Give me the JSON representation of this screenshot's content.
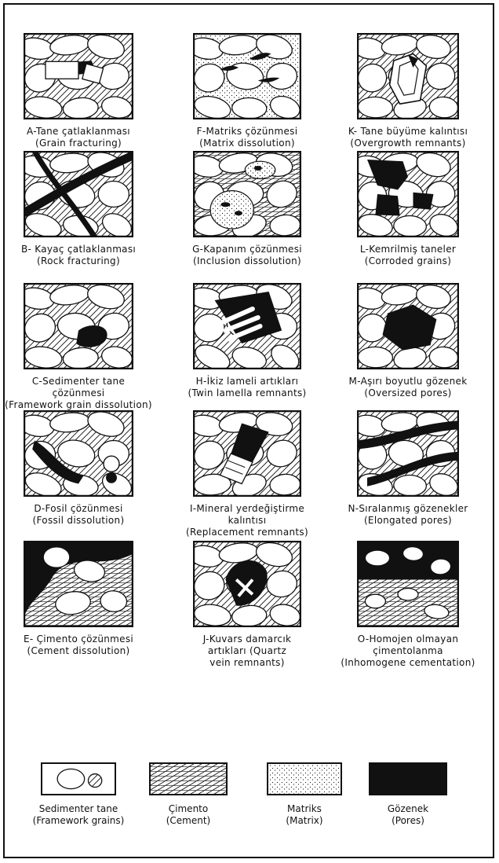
{
  "panels": [
    {
      "id": "A",
      "line1": "A-Tane çatlaklanması",
      "line2": "(Grain fracturing)",
      "line3": ""
    },
    {
      "id": "F",
      "line1": "F-Matriks çözünmesi",
      "line2": "(Matrix dissolution)",
      "line3": ""
    },
    {
      "id": "K",
      "line1": "K- Tane büyüme kalıntısı",
      "line2": "(Overgrowth remnants)",
      "line3": ""
    },
    {
      "id": "B",
      "line1": "B- Kayaç çatlaklanması",
      "line2": "(Rock fracturing)",
      "line3": ""
    },
    {
      "id": "G",
      "line1": "G-Kapanım çözünmesi",
      "line2": "(Inclusion dissolution)",
      "line3": ""
    },
    {
      "id": "L",
      "line1": "L-Kemrilmiş taneler",
      "line2": "(Corroded grains)",
      "line3": ""
    },
    {
      "id": "C",
      "line1": "C-Sedimenter tane",
      "line2": "çözünmesi",
      "line3": "(Framework grain dissolution)"
    },
    {
      "id": "H",
      "line1": "H-İkiz lameli artıkları",
      "line2": "(Twin lamella remnants)",
      "line3": ""
    },
    {
      "id": "M",
      "line1": "M-Aşırı boyutlu gözenek",
      "line2": "(Oversized pores)",
      "line3": ""
    },
    {
      "id": "D",
      "line1": "D-Fosil çözünmesi",
      "line2": "(Fossil dissolution)",
      "line3": ""
    },
    {
      "id": "I",
      "line1": "I-Mineral yerdeğiştirme",
      "line2": "kalıntısı",
      "line3": "(Replacement remnants)"
    },
    {
      "id": "N",
      "line1": "N-Sıralanmış gözenekler",
      "line2": "(Elongated pores)",
      "line3": ""
    },
    {
      "id": "E",
      "line1": "E- Çimento çözünmesi",
      "line2": "(Cement dissolution)",
      "line3": ""
    },
    {
      "id": "J",
      "line1": "J-Kuvars damarcık",
      "line2": "artıkları (Quartz",
      "line3": "vein remnants)"
    },
    {
      "id": "O",
      "line1": "O-Homojen olmayan",
      "line2": "çimentolanma",
      "line3": "(Inhomogene cementation)"
    }
  ],
  "legend": [
    {
      "key": "grains",
      "line1": "Sedimenter tane",
      "line2": "(Framework grains)"
    },
    {
      "key": "cement",
      "line1": "Çimento",
      "line2": "(Cement)"
    },
    {
      "key": "matrix",
      "line1": "Matriks",
      "line2": "(Matrix)"
    },
    {
      "key": "pores",
      "line1": "Gözenek",
      "line2": "(Pores)"
    }
  ]
}
